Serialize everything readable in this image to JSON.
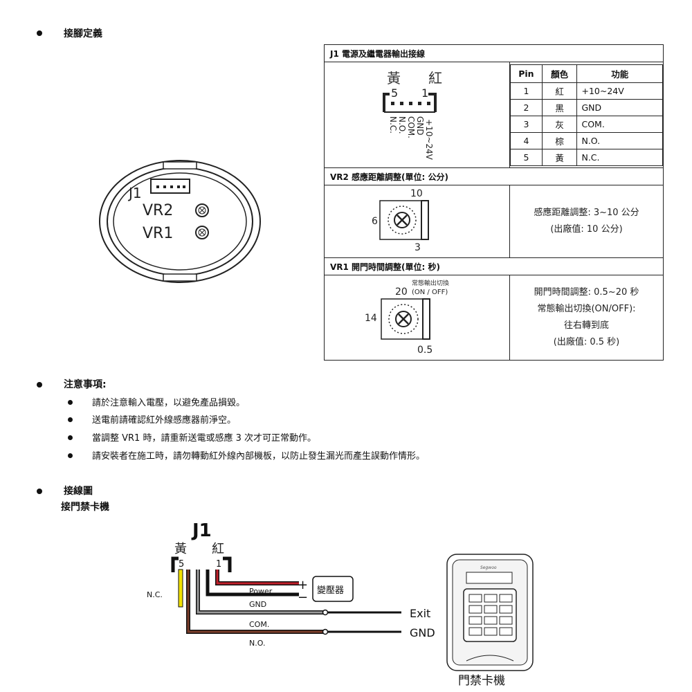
{
  "sections": {
    "pinout": "接腳定義",
    "notes": "注意事項:",
    "wiring": "接線圖",
    "wiring_sub": "接門禁卡機"
  },
  "device": {
    "j1": "J1",
    "vr2": "VR2",
    "vr1": "VR1"
  },
  "j1": {
    "title": "J1 電源及繼電器輸出接線",
    "color_left": "黃",
    "color_right": "紅",
    "pin_left": "5",
    "pin_right": "1",
    "pin_labels": [
      "N.C.",
      "N.O.",
      "COM.",
      "GND",
      "+10~24V"
    ],
    "table_headers": [
      "Pin",
      "顏色",
      "功能"
    ],
    "rows": [
      {
        "pin": "1",
        "color": "紅",
        "func": "+10~24V"
      },
      {
        "pin": "2",
        "color": "黑",
        "func": "GND"
      },
      {
        "pin": "3",
        "color": "灰",
        "func": "COM."
      },
      {
        "pin": "4",
        "color": "棕",
        "func": "N.O."
      },
      {
        "pin": "5",
        "color": "黃",
        "func": "N.C."
      }
    ]
  },
  "vr2": {
    "title": "VR2 感應距離調整(單位: 公分)",
    "top": "10",
    "left": "6",
    "bottom": "3",
    "desc1": "感應距離調整: 3~10 公分",
    "desc2": "(出廠值: 10 公分)"
  },
  "vr1": {
    "title": "VR1 開門時間調整(單位: 秒)",
    "small_label": "常態輸出切換",
    "top": "20",
    "top_note": "(ON / OFF)",
    "left": "14",
    "bottom": "0.5",
    "desc": [
      "開門時間調整: 0.5~20 秒",
      "常態輸出切換(ON/OFF):",
      "往右轉到底",
      "(出廠值: 0.5 秒)"
    ]
  },
  "notes": [
    "請於注意輸入電壓，以避免產品損毀。",
    "送電前請確認紅外線感應器前淨空。",
    "當調整 VR1 時，請重新送電或感應 3 次才可正常動作。",
    "請安裝者在施工時，請勿轉動紅外線內部機板，以防止發生漏光而產生誤動作情形。"
  ],
  "wiring": {
    "j1": "J1",
    "yellow": "黃",
    "red": "紅",
    "pin5": "5",
    "pin1": "1",
    "nc": "N.C.",
    "power": "Power",
    "gnd": "GND",
    "com": "COM.",
    "no": "N.O.",
    "plus": "+",
    "minus": "−",
    "transformer": "變壓器",
    "exit": "Exit",
    "gnd_out": "GND",
    "reader": "門禁卡機",
    "brand": "Segwoo"
  },
  "colors": {
    "red": "#c0202a",
    "yellow": "#f2e200",
    "gray": "#8a8a8a",
    "brown": "#7a3d2a",
    "black": "#111111"
  }
}
